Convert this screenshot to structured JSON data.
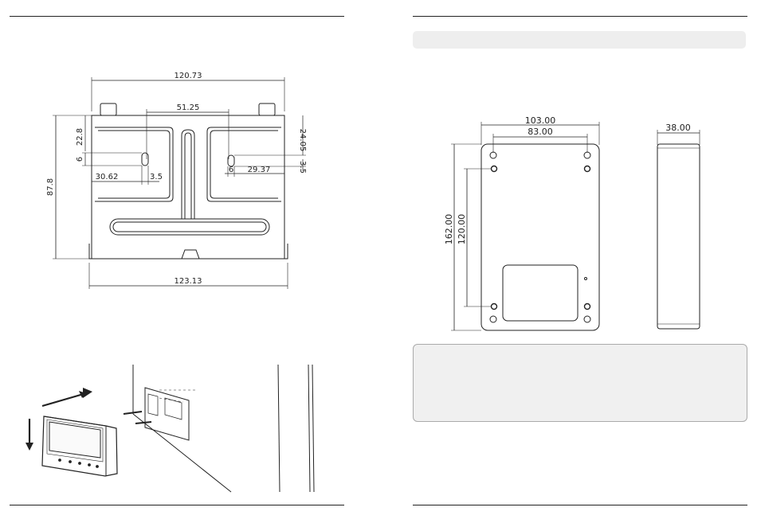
{
  "left_bracket_dims": {
    "overall_top": "120.73",
    "inner_spacing": "51.25",
    "height_left": "87.8",
    "slot_top_left": "22.8",
    "slot_width_left": "6",
    "offset_left": "30.62",
    "gap_left": "3.5",
    "slot_top_right": "24.05",
    "slot_width_right": "6",
    "offset_right": "29.37",
    "gap_right": "3.5",
    "overall_bottom": "123.13"
  },
  "right_box_dims": {
    "outer_width": "103.00",
    "hole_spacing": "83.00",
    "outer_height": "162.00",
    "hole_height": "120.00",
    "depth": "38.00"
  }
}
